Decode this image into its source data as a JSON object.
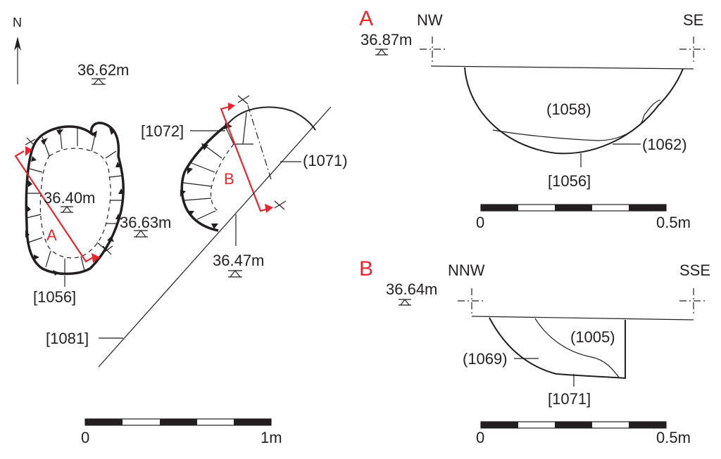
{
  "plan": {
    "north": "N",
    "levels": [
      "36.62m",
      "36.40m",
      "36.63m",
      "36.47m"
    ],
    "features": [
      "[1072]",
      "(1071)",
      "[1056]",
      "[1081]"
    ],
    "section_markers": [
      "A",
      "B"
    ],
    "scale": {
      "start": "0",
      "end": "1m"
    }
  },
  "section_a": {
    "letter": "A",
    "left_orientation": "NW",
    "right_orientation": "SE",
    "datum": "36.87m",
    "labels": [
      "(1058)",
      "(1062)",
      "[1056]"
    ],
    "scale": {
      "start": "0",
      "end": "0.5m"
    }
  },
  "section_b": {
    "letter": "B",
    "left_orientation": "NNW",
    "right_orientation": "SSE",
    "datum": "36.64m",
    "labels": [
      "(1005)",
      "(1069)",
      "[1071]"
    ],
    "scale": {
      "start": "0",
      "end": "0.5m"
    }
  },
  "colors": {
    "section_line": "#e8262d",
    "ink": "#231f20"
  }
}
